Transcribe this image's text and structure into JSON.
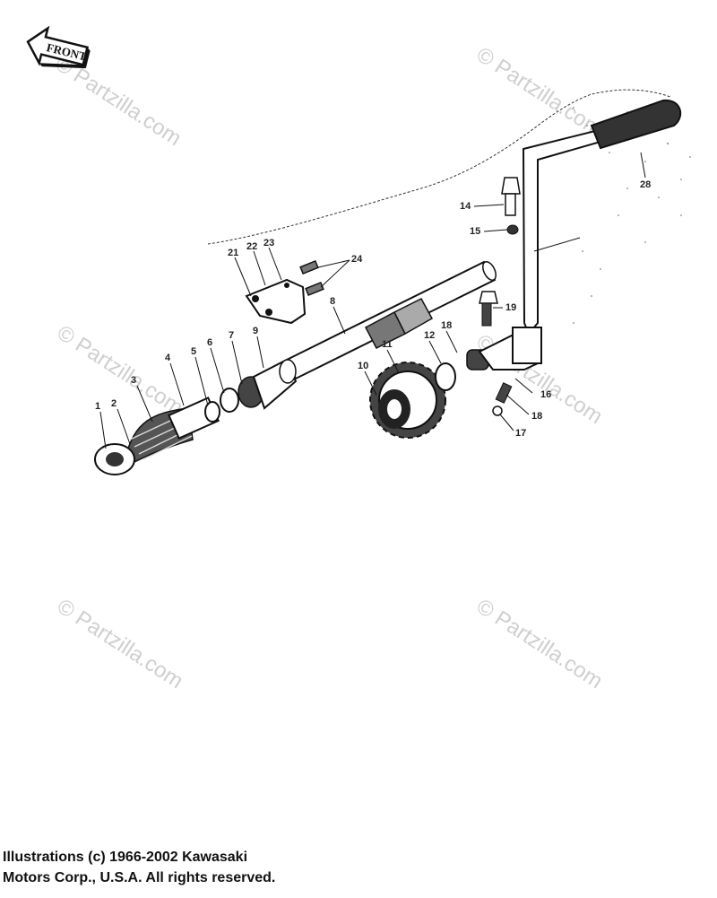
{
  "front_label": "FRONT",
  "callouts": [
    "1",
    "2",
    "3",
    "4",
    "5",
    "6",
    "7",
    "8",
    "9",
    "10",
    "11",
    "12",
    "14",
    "15",
    "16",
    "17",
    "18",
    "18",
    "19",
    "21",
    "22",
    "23",
    "24",
    "28"
  ],
  "watermark": "© Partzilla.com",
  "copyright": {
    "line1": "Illustrations (c) 1966-2002 Kawasaki",
    "line2": "Motors Corp., U.S.A.  All rights reserved."
  }
}
